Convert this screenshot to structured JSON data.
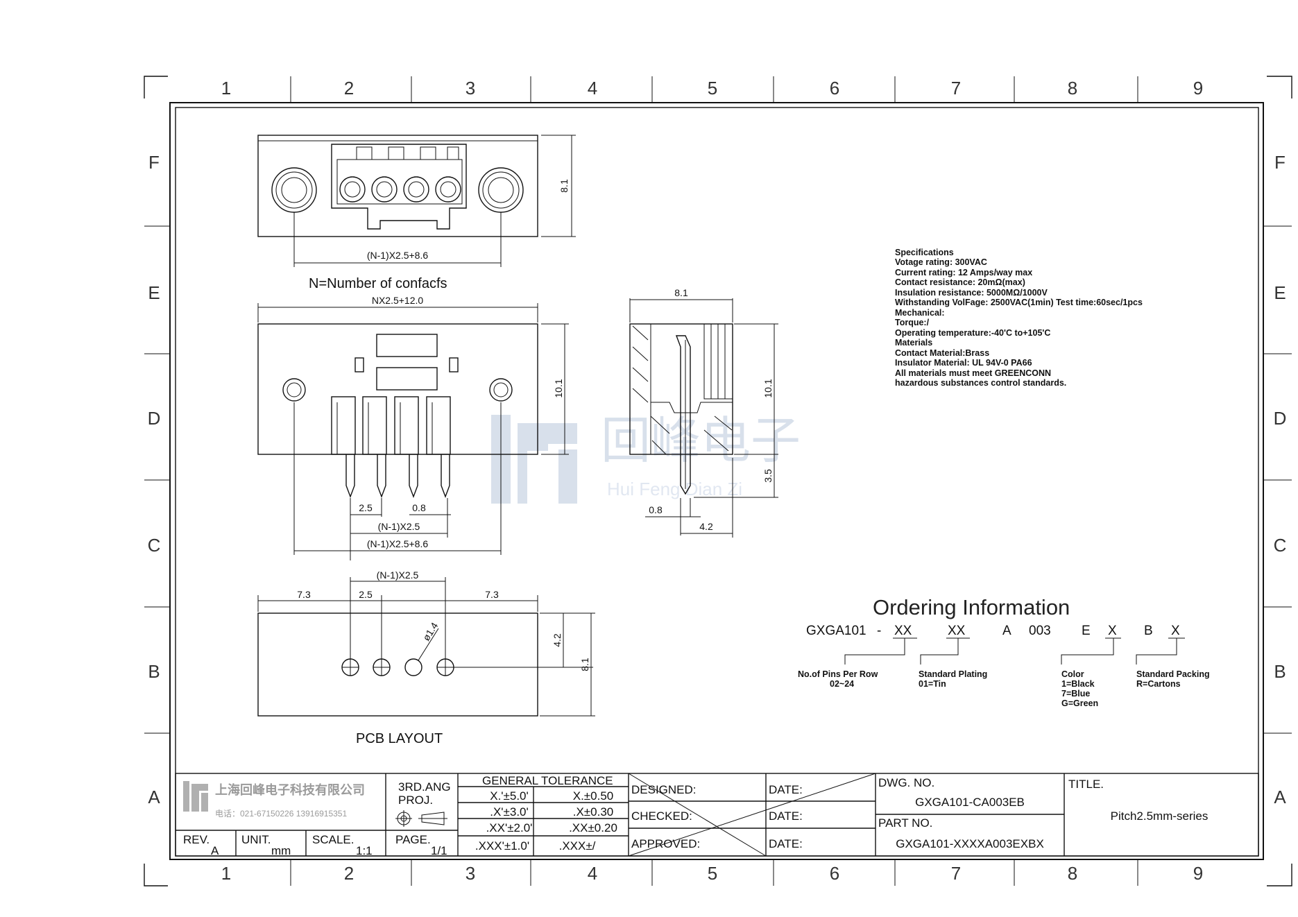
{
  "zones": {
    "columns": [
      "1",
      "2",
      "3",
      "4",
      "5",
      "6",
      "7",
      "8",
      "9"
    ],
    "rows": [
      "F",
      "E",
      "D",
      "C",
      "B",
      "A"
    ]
  },
  "front_view": {
    "dim_bottom": "(N-1)X2.5+8.6",
    "dim_height": "8.1",
    "caption": "N=Number  of  confacfs"
  },
  "side_view": {
    "dim_top": "NX2.5+12.0",
    "dim_height": "10.1",
    "dim_pitch": "2.5",
    "dim_pin": "0.8",
    "dim_span": "(N-1)X2.5",
    "dim_total": "(N-1)X2.5+8.6"
  },
  "end_view": {
    "dim_top": "8.1",
    "dim_height": "10.1",
    "dim_pin_len": "3.5",
    "dim_pin": "0.8",
    "dim_offset": "4.2"
  },
  "pcb_layout": {
    "dim_span": "(N-1)X2.5",
    "dim_left": "7.3",
    "dim_pitch": "2.5",
    "dim_right": "7.3",
    "dim_hole": "ø1.4",
    "dim_row": "4.2",
    "dim_height": "8.1",
    "caption": "PCB  LAYOUT"
  },
  "watermark": {
    "brand_cn": "回峰电子",
    "brand_pinyin": "Hui Feng Dian Zi"
  },
  "specifications": [
    "Specifications",
    "Votage  rating:  300VAC",
    "Current  rating:  12  Amps/way  max",
    "Contact  resistance:  20mΩ(max)",
    "Insulation  resistance:  5000MΩ/1000V",
    "Withstanding  VolFage:  2500VAC(1min)  Test  time:60sec/1pcs",
    "Mechanical:",
    "Torque:/",
    "Operating  temperature:-40'C  to+105'C",
    "Materials",
    "Contact  Material:Brass",
    "Insulator  Material:  UL  94V-0  PA66",
    "All  materials  must  meet  GREENCONN",
    "hazardous  substances  control  standards."
  ],
  "ordering": {
    "title": "Ordering  Information",
    "prefix": "GXGA101",
    "dash": "-",
    "field1": "XX",
    "field2": "XX",
    "code_a": "A",
    "code_003": "003",
    "code_e": "E",
    "field3": "X",
    "code_b": "B",
    "field4": "X",
    "legend1": [
      "No.of  Pins  Per  Row",
      "02~24"
    ],
    "legend2": [
      "Standard  Plating",
      "01=Tin"
    ],
    "legend3": [
      "Color",
      "1=Black",
      "7=Blue",
      "G=Green"
    ],
    "legend4": [
      "Standard  Packing",
      "R=Cartons"
    ]
  },
  "title_block": {
    "company_cn": "上海回峰电子科技有限公司",
    "company_phone": "电话：021-67150226  13916915351",
    "rev_label": "REV.",
    "rev_value": "A",
    "unit_label": "UNIT.",
    "unit_value": "mm",
    "scale_label": "SCALE.",
    "scale_value": "1:1",
    "projection": [
      "3RD.ANG",
      "PROJ."
    ],
    "page_label": "PAGE.",
    "page_value": "1/1",
    "tolerance_title": "GENERAL  TOLERANCE",
    "tolerance_rows": [
      [
        "X.'±5.0'",
        "X.±0.50"
      ],
      [
        ".X'±3.0'",
        ".X±0.30"
      ],
      [
        ".XX'±2.0'",
        ".XX±0.20"
      ],
      [
        ".XXX'±1.0'",
        ".XXX±/"
      ]
    ],
    "designed": "DESIGNED:",
    "checked": "CHECKED:",
    "approved": "APPROVED:",
    "date": "DATE:",
    "dwg_label": "DWG.  NO.",
    "dwg_value": "GXGA101-CA003EB",
    "part_label": "PART  NO.",
    "part_value": "GXGA101-XXXXA003EXBX",
    "title_label": "TITLE.",
    "title_value": "Pitch2.5mm-series"
  }
}
